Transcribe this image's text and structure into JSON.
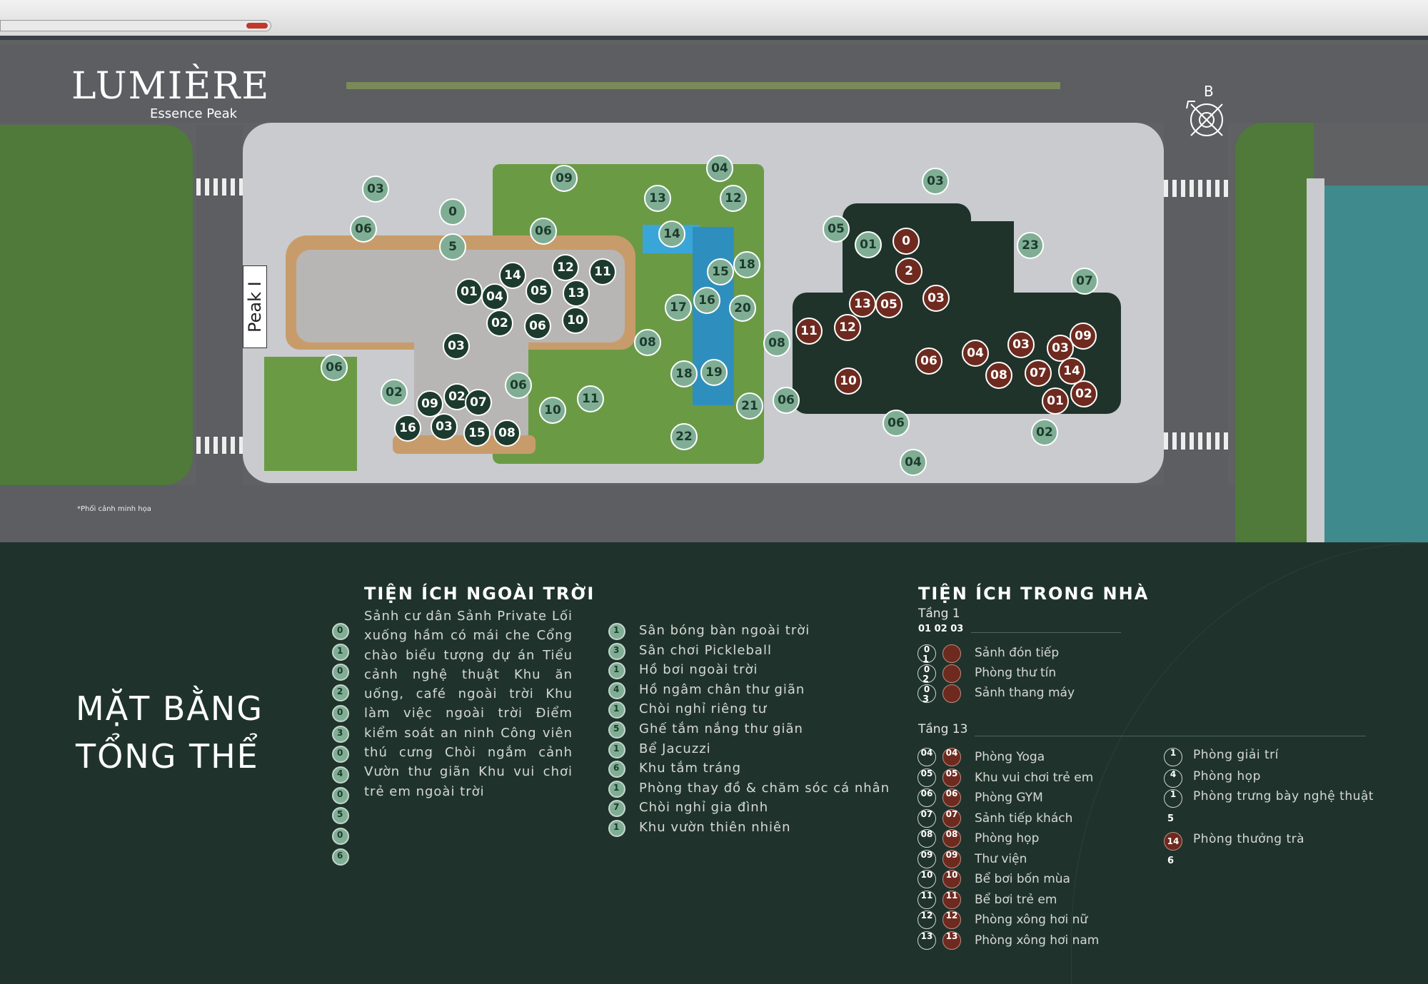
{
  "brand": {
    "name": "LUMIÈRE",
    "tagline": "Essence Peak"
  },
  "map": {
    "compass_label": "B",
    "building_label": "Peak I",
    "note": "*Phối cảnh minh họa",
    "markers": [
      {
        "label": "03",
        "kind": "outdoor"
      },
      {
        "label": "06",
        "kind": "outdoor"
      },
      {
        "label": "0",
        "kind": "outdoor"
      },
      {
        "label": "5",
        "kind": "outdoor"
      },
      {
        "label": "09",
        "kind": "outdoor"
      },
      {
        "label": "06",
        "kind": "outdoor"
      },
      {
        "label": "13",
        "kind": "outdoor"
      },
      {
        "label": "12",
        "kind": "outdoor"
      },
      {
        "label": "04",
        "kind": "outdoor"
      },
      {
        "label": "14",
        "kind": "outdoor"
      },
      {
        "label": "15",
        "kind": "outdoor"
      },
      {
        "label": "18",
        "kind": "outdoor"
      },
      {
        "label": "16",
        "kind": "outdoor"
      },
      {
        "label": "17",
        "kind": "outdoor"
      },
      {
        "label": "20",
        "kind": "outdoor"
      },
      {
        "label": "08",
        "kind": "outdoor"
      },
      {
        "label": "08",
        "kind": "outdoor"
      },
      {
        "label": "18",
        "kind": "outdoor"
      },
      {
        "label": "19",
        "kind": "outdoor"
      },
      {
        "label": "21",
        "kind": "outdoor"
      },
      {
        "label": "06",
        "kind": "outdoor"
      },
      {
        "label": "22",
        "kind": "outdoor"
      },
      {
        "label": "06",
        "kind": "outdoor"
      },
      {
        "label": "02",
        "kind": "outdoor"
      },
      {
        "label": "06",
        "kind": "outdoor"
      },
      {
        "label": "11",
        "kind": "outdoor"
      },
      {
        "label": "10",
        "kind": "outdoor"
      },
      {
        "label": "05",
        "kind": "outdoor"
      },
      {
        "label": "01",
        "kind": "outdoor"
      },
      {
        "label": "03",
        "kind": "outdoor"
      },
      {
        "label": "23",
        "kind": "outdoor"
      },
      {
        "label": "07",
        "kind": "outdoor"
      },
      {
        "label": "06",
        "kind": "outdoor"
      },
      {
        "label": "04",
        "kind": "outdoor"
      },
      {
        "label": "02",
        "kind": "outdoor"
      },
      {
        "label": "14",
        "kind": "peak1"
      },
      {
        "label": "12",
        "kind": "peak1"
      },
      {
        "label": "11",
        "kind": "peak1"
      },
      {
        "label": "01",
        "kind": "peak1"
      },
      {
        "label": "04",
        "kind": "peak1"
      },
      {
        "label": "05",
        "kind": "peak1"
      },
      {
        "label": "13",
        "kind": "peak1"
      },
      {
        "label": "02",
        "kind": "peak1"
      },
      {
        "label": "06",
        "kind": "peak1"
      },
      {
        "label": "10",
        "kind": "peak1"
      },
      {
        "label": "03",
        "kind": "peak1"
      },
      {
        "label": "09",
        "kind": "peak1"
      },
      {
        "label": "02",
        "kind": "peak1"
      },
      {
        "label": "07",
        "kind": "peak1"
      },
      {
        "label": "16",
        "kind": "peak1"
      },
      {
        "label": "03",
        "kind": "peak1"
      },
      {
        "label": "15",
        "kind": "peak1"
      },
      {
        "label": "08",
        "kind": "peak1"
      },
      {
        "label": "0",
        "kind": "indoor"
      },
      {
        "label": "2",
        "kind": "indoor"
      },
      {
        "label": "03",
        "kind": "indoor"
      },
      {
        "label": "13",
        "kind": "indoor"
      },
      {
        "label": "05",
        "kind": "indoor"
      },
      {
        "label": "12",
        "kind": "indoor"
      },
      {
        "label": "11",
        "kind": "indoor"
      },
      {
        "label": "10",
        "kind": "indoor"
      },
      {
        "label": "06",
        "kind": "indoor"
      },
      {
        "label": "04",
        "kind": "indoor"
      },
      {
        "label": "03",
        "kind": "indoor"
      },
      {
        "label": "03",
        "kind": "indoor"
      },
      {
        "label": "09",
        "kind": "indoor"
      },
      {
        "label": "08",
        "kind": "indoor"
      },
      {
        "label": "07",
        "kind": "indoor"
      },
      {
        "label": "14",
        "kind": "indoor"
      },
      {
        "label": "01",
        "kind": "indoor"
      },
      {
        "label": "02",
        "kind": "indoor"
      }
    ]
  },
  "legend": {
    "page_title_line1": "MẶT BẰNG",
    "page_title_line2": "TỔNG THỂ",
    "outdoor": {
      "title": "TIỆN ÍCH NGOÀI TRỜI",
      "paragraph": "Sảnh cư dân Sảnh Private Lối xuống hầm có mái che Cổng chào biểu tượng dự án Tiểu cảnh nghệ thuật Khu ăn uống, café ngoài trời Khu làm việc ngoài trời Điểm kiểm soát an ninh Công viên thú cưng Chòi ngắm cảnh Vườn thư giãn Khu vui chơi trẻ em ngoài trời",
      "col1_badges": [
        "0",
        "1",
        "0",
        "2",
        "0",
        "3",
        "0",
        "4",
        "0",
        "5",
        "0",
        "6"
      ],
      "col2_badges": [
        "1",
        "3",
        "1",
        "4",
        "1",
        "5",
        "1",
        "6",
        "1",
        "7",
        "1"
      ],
      "col2_items": [
        "Sân bóng bàn ngoài trời",
        "Sân chơi Pickleball",
        "Hồ bơi ngoài trời",
        "Hồ ngâm chân thư giãn",
        "Chòi nghỉ riêng tư",
        "Ghế tắm nắng thư giãn",
        "Bể Jacuzzi",
        "Khu tắm tráng",
        "Phòng thay đồ & chăm sóc cá nhân",
        "Chòi nghỉ gia đình",
        "Khu vườn thiên nhiên"
      ]
    },
    "indoor": {
      "title": "TIỆN ÍCH TRONG NHÀ",
      "floor1": {
        "label": "Tầng 1",
        "numbers": "01 02 03",
        "badges": [
          "0",
          "1",
          "0",
          "2",
          "0",
          "3"
        ],
        "items": [
          "Sảnh đón tiếp",
          "Phòng thư tín",
          "Sảnh thang máy"
        ]
      },
      "floor13": {
        "label": "Tầng 13",
        "badges": [
          "04",
          "05",
          "06",
          "07",
          "08",
          "09",
          "10",
          "11",
          "12",
          "13"
        ],
        "items": [
          "Phòng Yoga",
          "Khu vui chơi trẻ em",
          "Phòng GYM",
          "Sảnh tiếp khách",
          "Phòng họp",
          "Thư viện",
          "Bể bơi bốn mùa",
          "Bể bơi trẻ em",
          "Phòng xông hơi nữ",
          "Phòng xông hơi nam"
        ],
        "right_badges": [
          "1",
          "4",
          "1",
          "5",
          "14",
          "6"
        ],
        "right_items": [
          "Phòng giải trí",
          "Phòng họp",
          "Phòng trưng bày nghệ thuật",
          "Phòng thưởng trà"
        ]
      }
    }
  },
  "colors": {
    "panel": "#1f332c",
    "outdoor_marker": "#7fae95",
    "peak1_marker": "#1d3a2f",
    "indoor_marker": "#6e2a1f"
  }
}
